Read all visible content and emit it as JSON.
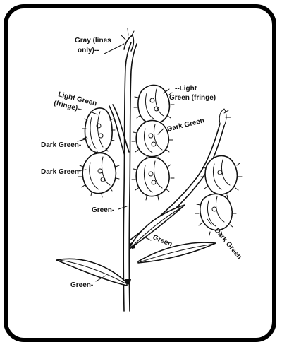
{
  "frame": {
    "border_color": "#000000",
    "background": "#ffffff"
  },
  "labels": {
    "gray": [
      "Gray (lines",
      "only)--"
    ],
    "light_green_left": [
      "Light Green",
      "(fringe)--"
    ],
    "light_green_right": [
      "--Light",
      "Green (fringe)"
    ],
    "dark_green_1": "Dark Green-",
    "dark_green_2": "Dark Green-",
    "dark_green_right": "Dark Green",
    "dark_green_rotated": "Dark Green",
    "green_stem": "Green-",
    "green_leaf": "Green",
    "green_bottom": "Green-"
  }
}
